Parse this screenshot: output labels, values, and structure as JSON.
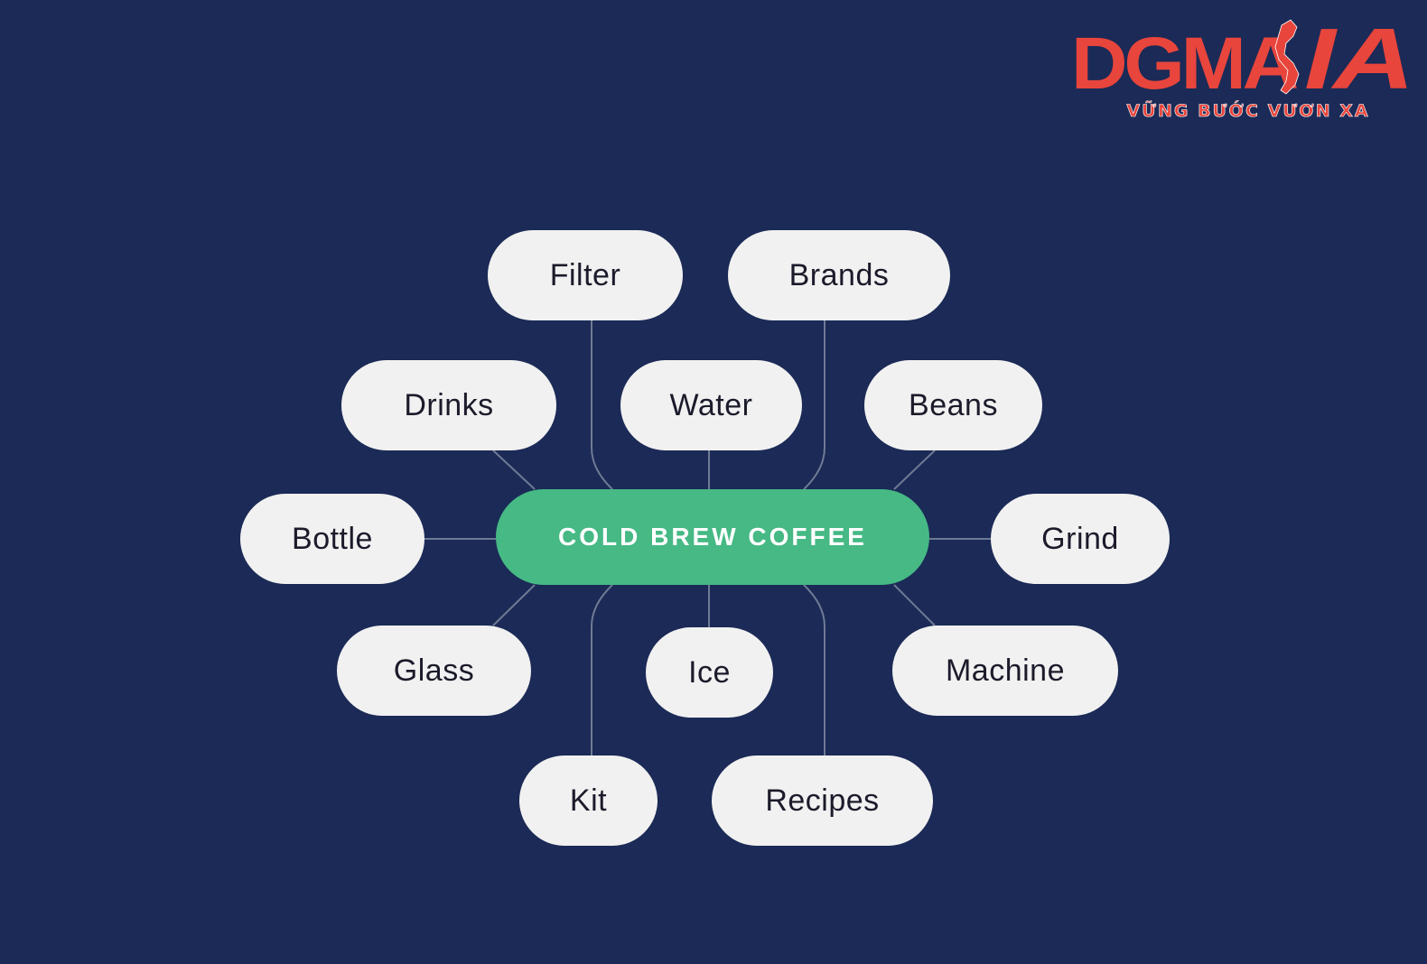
{
  "logo": {
    "wordmark": "DGMAVIA",
    "tagline": "VỮNG BƯỚC VƯƠN XA",
    "brand_color": "#e8453c"
  },
  "diagram": {
    "background_color": "#1b2a56",
    "center": {
      "label": "COLD BREW COFFEE",
      "color": "#46b985"
    },
    "node_color": "#f1f1f1",
    "connector_color": "#6f7a94",
    "nodes": {
      "filter": "Filter",
      "brands": "Brands",
      "drinks": "Drinks",
      "water": "Water",
      "beans": "Beans",
      "bottle": "Bottle",
      "grind": "Grind",
      "glass": "Glass",
      "ice": "Ice",
      "machine": "Machine",
      "kit": "Kit",
      "recipes": "Recipes"
    }
  }
}
